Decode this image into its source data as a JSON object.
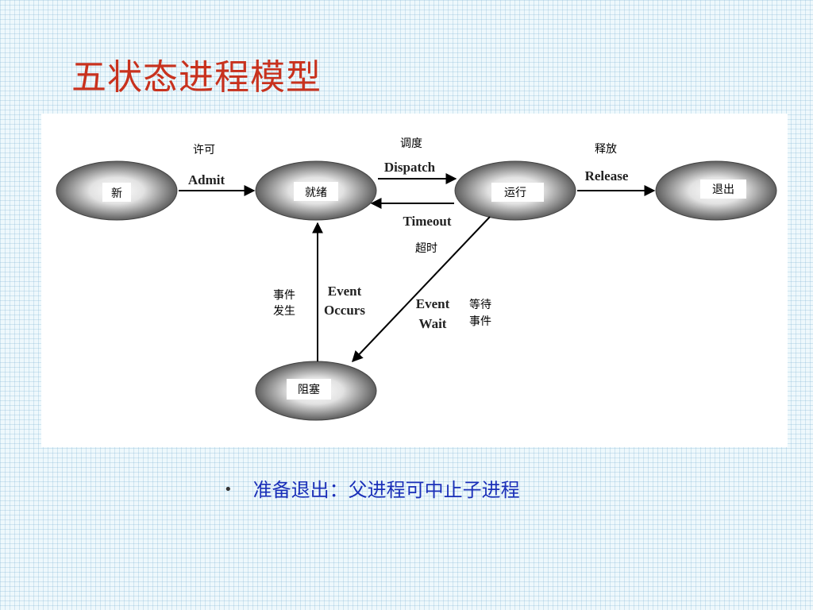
{
  "slide": {
    "title": "五状态进程模型",
    "bullet": "准备退出：父进程可中止子进程"
  },
  "diagram": {
    "states": {
      "new": "新",
      "ready": "就绪",
      "running": "运行",
      "exit": "退出",
      "blocked": "阻塞"
    },
    "transitions": {
      "admit": {
        "zh": "许可",
        "en": "Admit"
      },
      "dispatch": {
        "zh": "调度",
        "en": "Dispatch"
      },
      "release": {
        "zh": "释放",
        "en": "Release"
      },
      "timeout": {
        "zh": "超时",
        "en": "Timeout"
      },
      "event_occurs": {
        "zh_line1": "事件",
        "zh_line2": "发生",
        "en_line1": "Event",
        "en_line2": "Occurs"
      },
      "event_wait": {
        "en_line1": "Event",
        "en_line2": "Wait",
        "zh_line1": "等待",
        "zh_line2": "事件"
      }
    }
  }
}
